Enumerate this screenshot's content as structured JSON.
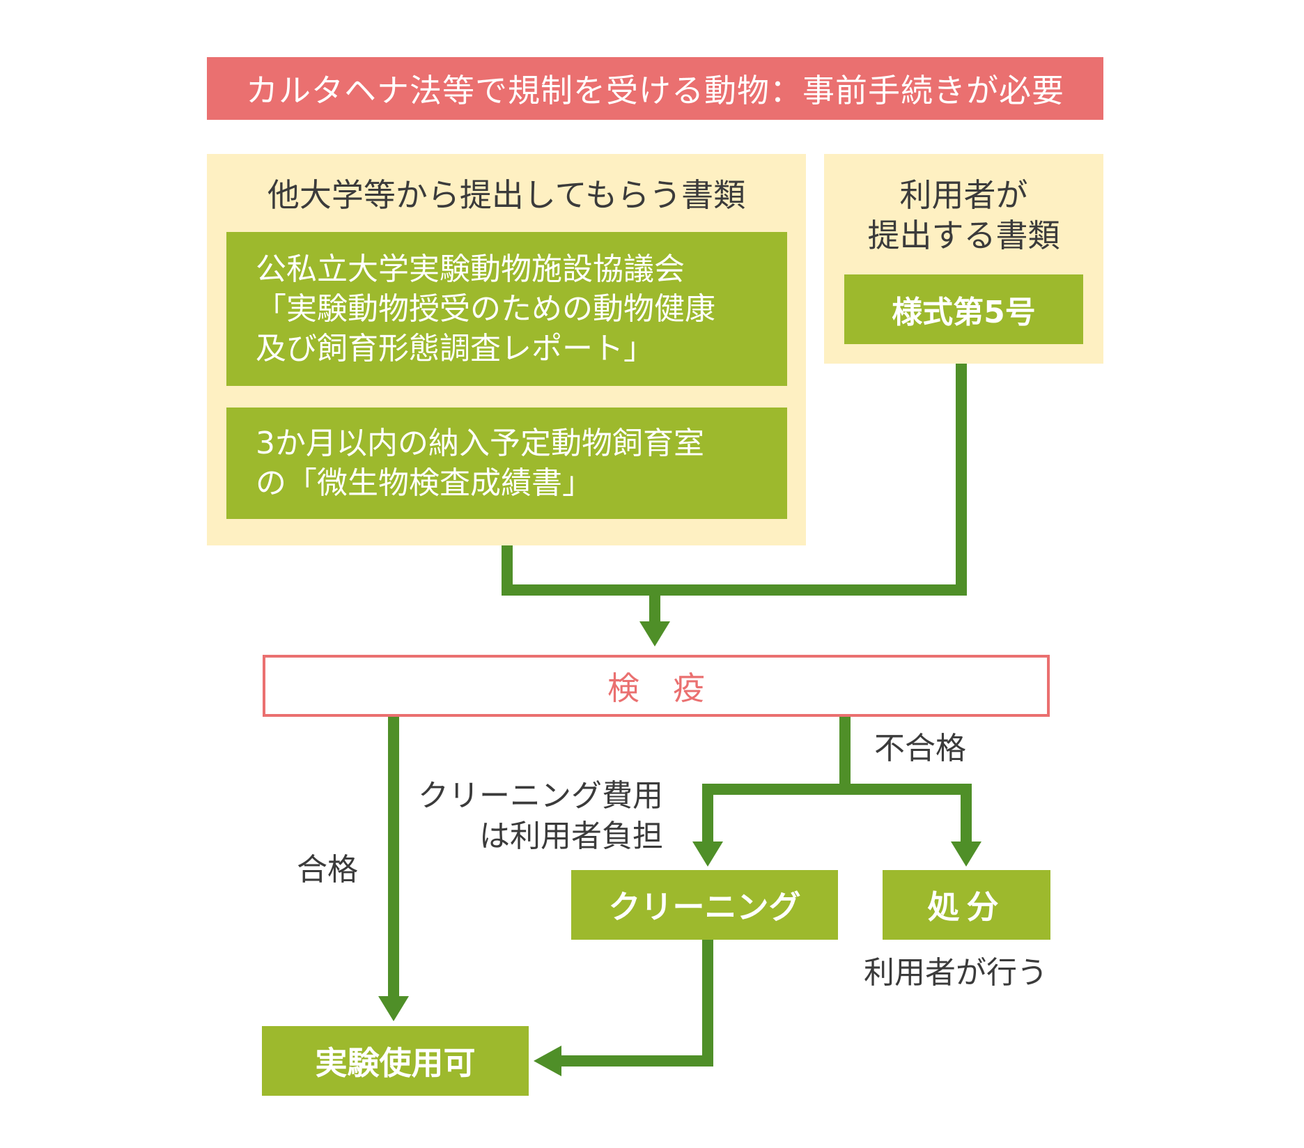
{
  "title": "カルタヘナ法等で規制を受ける動物：事前手続きが必要",
  "left_panel": {
    "heading": "他大学等から提出してもらう書類",
    "doc1_lines": [
      "公私立大学実験動物施設協議会",
      "「実験動物授受のための動物健康",
      "及び飼育形態調査レポート」"
    ],
    "doc2_lines": [
      "3か月以内の納入予定動物飼育室",
      "の「微生物検査成績書」"
    ]
  },
  "right_panel": {
    "heading_lines": [
      "利用者が",
      "提出する書類"
    ],
    "form": "様式第5号"
  },
  "quarantine": "検疫",
  "labels": {
    "pass": "合格",
    "fail": "不合格",
    "cleaning_cost_lines": [
      "クリーニング費用",
      "は利用者負担"
    ],
    "disposal_by_user": "利用者が行う"
  },
  "actions": {
    "cleaning": "クリーニング",
    "disposal": "処分",
    "usable": "実験使用可"
  },
  "colors": {
    "title_bg": "#ea7070",
    "panel_bg": "#fef0c2",
    "box_green": "#9db92d",
    "arrow_green": "#4f8f28",
    "quarantine_border": "#ea7070",
    "text_dark": "#3b3b3b"
  }
}
